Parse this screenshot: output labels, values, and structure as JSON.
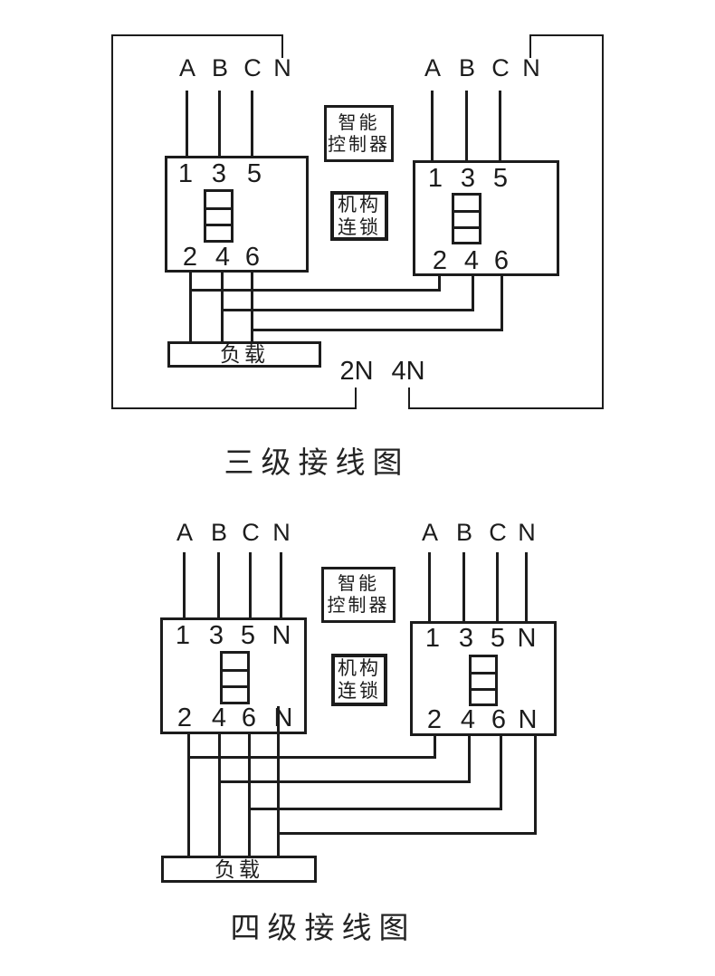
{
  "colors": {
    "ink": "#1c1c1c",
    "paper": "#ffffff"
  },
  "diagram_top": {
    "title": "三级接线图",
    "phase_labels_left": [
      "A",
      "B",
      "C",
      "N"
    ],
    "phase_labels_right": [
      "A",
      "B",
      "C",
      "N"
    ],
    "left_breaker": {
      "top_terminals": [
        "1",
        "3",
        "5"
      ],
      "bottom_terminals": [
        "2",
        "4",
        "6"
      ]
    },
    "right_breaker": {
      "top_terminals": [
        "1",
        "3",
        "5"
      ],
      "bottom_terminals": [
        "2",
        "4",
        "6"
      ]
    },
    "controller_line1": "智能",
    "controller_line2": "控制器",
    "interlock_line1": "机构",
    "interlock_line2": "连锁",
    "load_label": "负载",
    "neutral_tap_labels": [
      "2N",
      "4N"
    ]
  },
  "diagram_bottom": {
    "title": "四级接线图",
    "phase_labels_left": [
      "A",
      "B",
      "C",
      "N"
    ],
    "phase_labels_right": [
      "A",
      "B",
      "C",
      "N"
    ],
    "left_breaker": {
      "top_terminals": [
        "1",
        "3",
        "5",
        "N"
      ],
      "bottom_terminals": [
        "2",
        "4",
        "6",
        "N"
      ]
    },
    "right_breaker": {
      "top_terminals": [
        "1",
        "3",
        "5",
        "N"
      ],
      "bottom_terminals": [
        "2",
        "4",
        "6",
        "N"
      ]
    },
    "controller_line1": "智能",
    "controller_line2": "控制器",
    "interlock_line1": "机构",
    "interlock_line2": "连锁",
    "load_label": "负载"
  }
}
